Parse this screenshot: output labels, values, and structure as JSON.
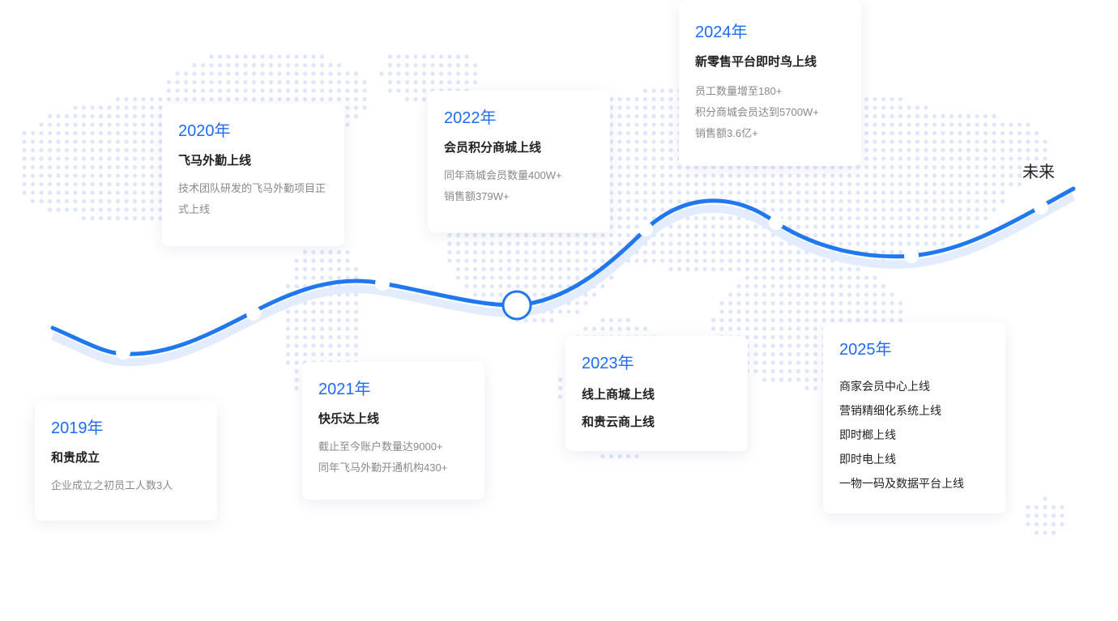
{
  "accent_color": "#1f6bf5",
  "future_label": "未来",
  "milestones": [
    {
      "year": "2019年",
      "title": "和贵成立",
      "desc": [
        "企业成立之初员工人数3人"
      ]
    },
    {
      "year": "2020年",
      "title": "飞马外勤上线",
      "desc": [
        "技术团队研发的飞马外勤项目正式上线"
      ]
    },
    {
      "year": "2021年",
      "title": "快乐达上线",
      "desc": [
        "截止至今账户数量达9000+",
        "同年飞马外勤开通机构430+"
      ]
    },
    {
      "year": "2022年",
      "title": "会员积分商城上线",
      "desc": [
        "同年商城会员数量400W+",
        "销售额379W+"
      ]
    },
    {
      "year": "2023年",
      "items": [
        "线上商城上线",
        "和贵云商上线"
      ]
    },
    {
      "year": "2024年",
      "title": "新零售平台即时鸟上线",
      "desc": [
        "员工数量增至180+",
        "积分商城会员达到5700W+",
        "销售额3.6亿+"
      ]
    },
    {
      "year": "2025年",
      "items": [
        "商家会员中心上线",
        "营销精细化系统上线",
        "即时榔上线",
        "即时电上线",
        "一物一码及数据平台上线"
      ]
    }
  ]
}
